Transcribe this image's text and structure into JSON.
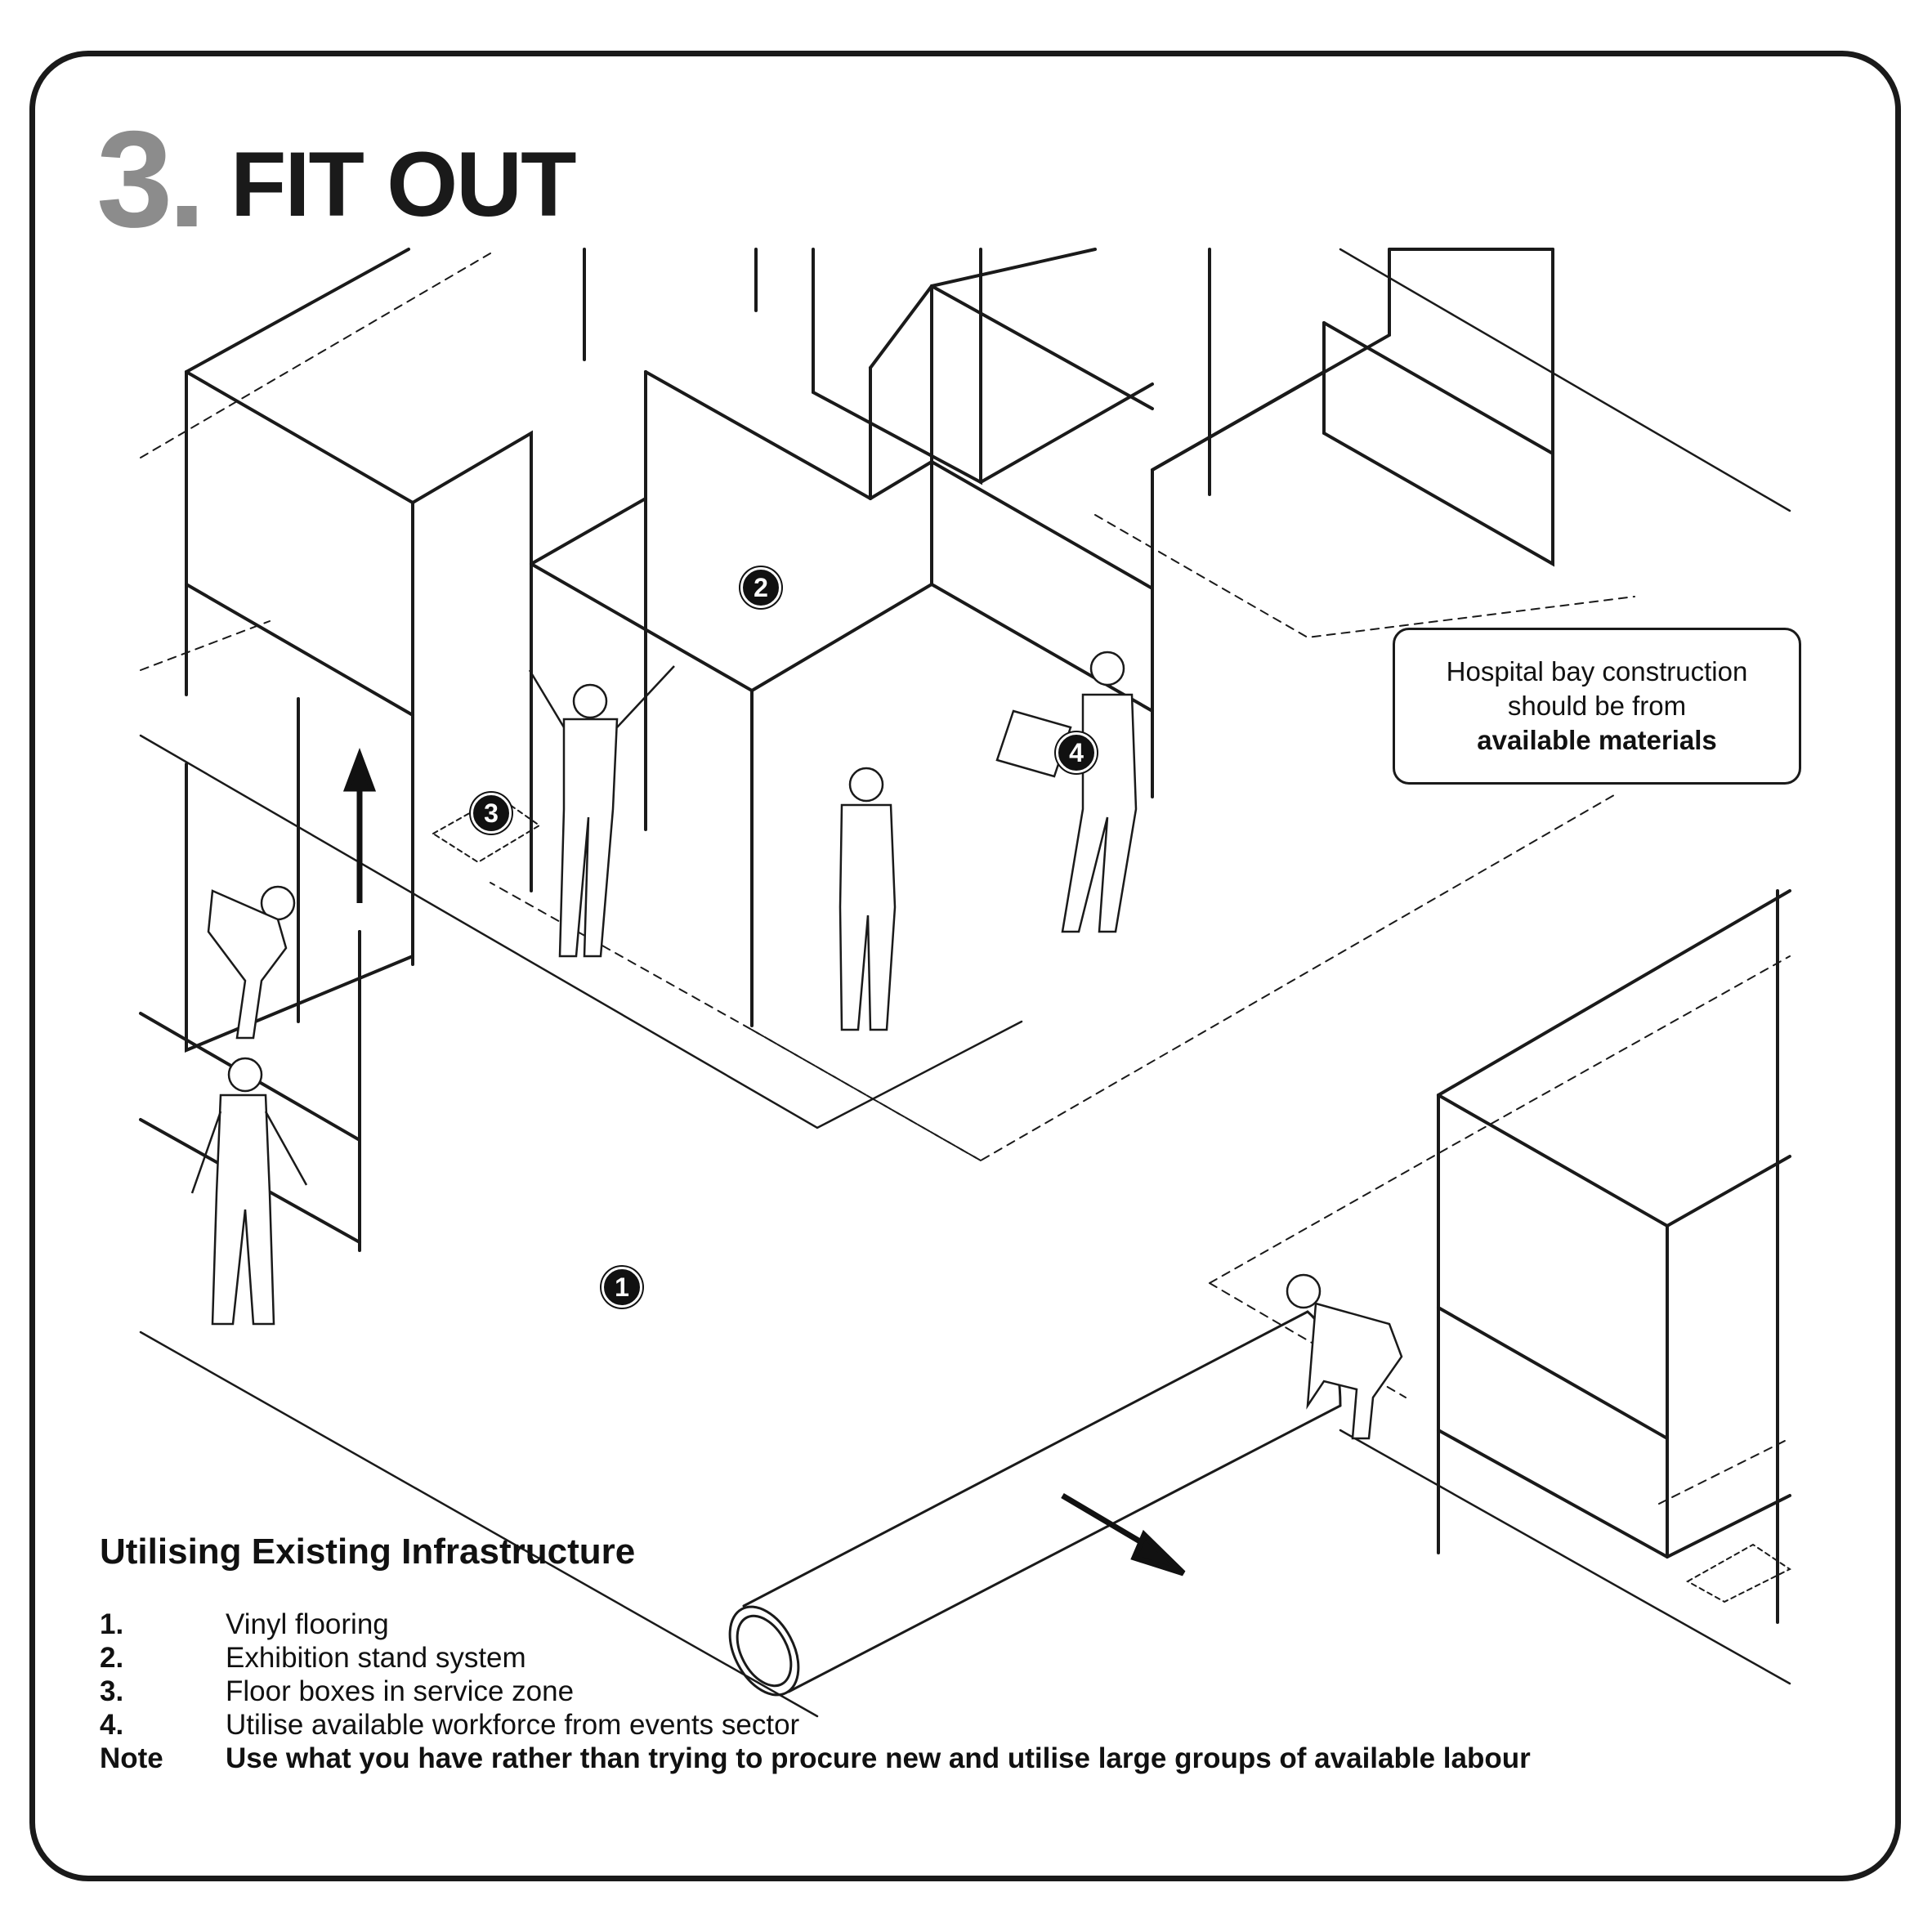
{
  "title": {
    "number": "3.",
    "text": "FIT OUT"
  },
  "callouts": [
    "1",
    "2",
    "3",
    "4"
  ],
  "note_box": {
    "line1": "Hospital bay construction",
    "line2": "should be from",
    "line3": "available materials"
  },
  "legend": {
    "title": "Utilising Existing Infrastructure",
    "items": [
      {
        "num": "1.",
        "text": "Vinyl flooring"
      },
      {
        "num": "2.",
        "text": "Exhibition stand system"
      },
      {
        "num": "3.",
        "text": "Floor boxes in service zone"
      },
      {
        "num": "4.",
        "text": "Utilise available workforce from events sector"
      }
    ],
    "note": {
      "label": "Note",
      "text": "Use what you have rather than trying to procure new and utilise large groups of available labour"
    }
  },
  "colors": {
    "title_number": "#8c8c8c",
    "ink": "#1a1a1a",
    "background": "#ffffff"
  }
}
